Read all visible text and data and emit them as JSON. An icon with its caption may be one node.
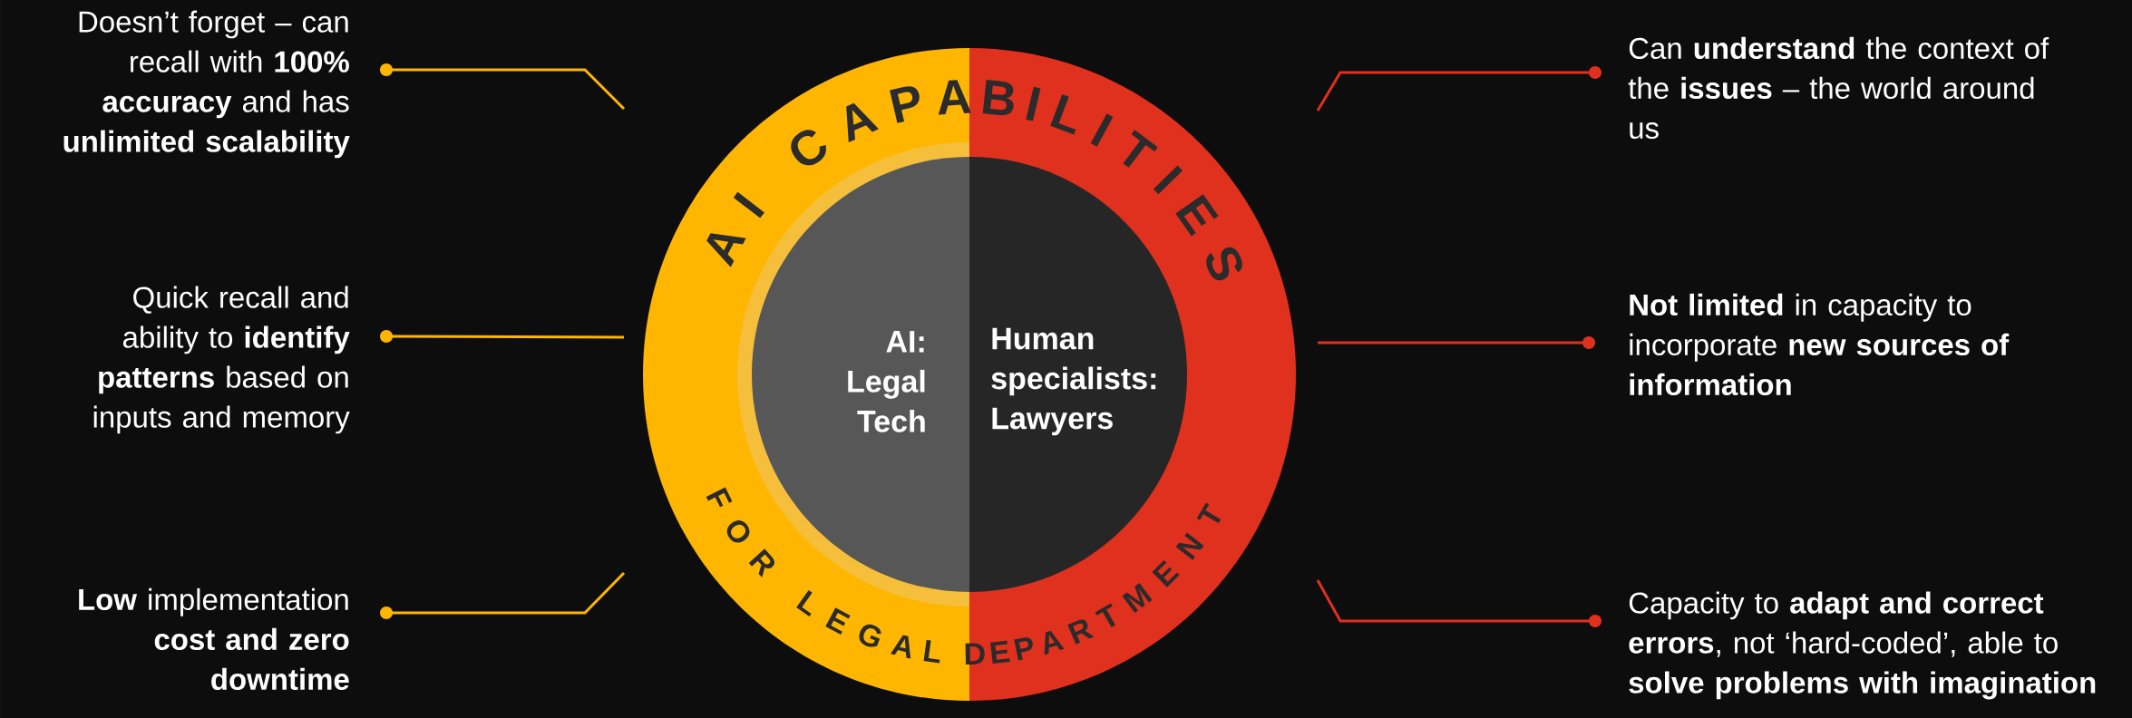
{
  "diagram": {
    "title": "AI CAPABILITIES",
    "nodes": [
      {
        "text": [
          "Doesn’t forget – can recall with **100% accuracy** and has **unlimited scalability**"
        ]
      },
      {
        "text": [
          "Quick recall and ability to **identify patterns** based on inputs and memory"
        ]
      },
      {
        "text": [
          "**Low** implementation **cost and zero downtime**"
        ]
      },
      {
        "text": [],
        "shape": "circle"
      },
      {
        "text": [
          "AI: Legal Tech"
        ],
        "in": 3
      },
      {
        "text": [],
        "shape": "circle"
      },
      {
        "text": [
          "Human specialists: Lawyers"
        ],
        "in": 5
      },
      {
        "text": [
          "Can **understand** the context of the **issues** – the world around us"
        ]
      },
      {
        "text": [
          "**Not limited** in capacity to incorporate **new sources of information**"
        ]
      },
      {
        "text": [
          "Capacity to **adapt and correct errors**, not ‘hard-coded’, able to **solve problems with imagination**"
        ]
      }
    ],
    "edges": [
      {
        "from": 0,
        "to": 3,
        "arrow": "other",
        "color": "#ffb600"
      },
      {
        "from": 1,
        "to": 3,
        "arrow": "other",
        "color": "#ffb600"
      },
      {
        "from": 2,
        "to": 3,
        "arrow": "other",
        "color": "#ffb600"
      },
      {
        "from": 7,
        "to": 5,
        "arrow": "other",
        "color": "#e0301e"
      },
      {
        "from": 8,
        "to": 5,
        "arrow": "other",
        "color": "#e0301e"
      },
      {
        "from": 9,
        "to": 5,
        "arrow": "other",
        "color": "#e0301e"
      }
    ],
    "labels": [
      "FOR LEGAL DEPARTMENT"
    ]
  }
}
